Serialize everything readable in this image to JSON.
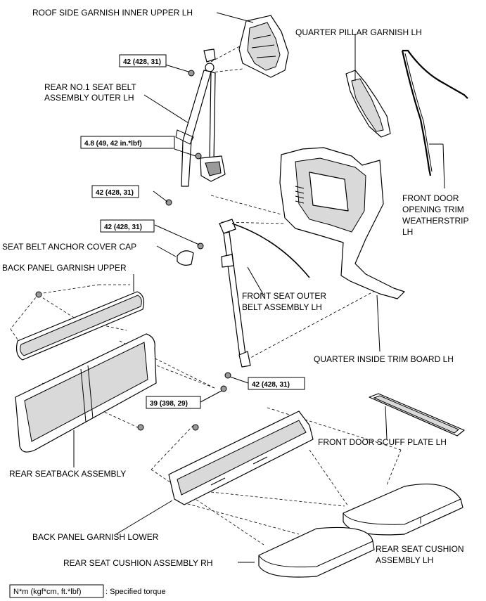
{
  "labels": {
    "roof_side_garnish": "ROOF SIDE GARNISH INNER UPPER LH",
    "quarter_pillar_garnish": "QUARTER PILLAR GARNISH LH",
    "rear_seat_belt_line1": "REAR NO.1 SEAT BELT",
    "rear_seat_belt_line2": "ASSEMBLY OUTER LH",
    "front_door_trim_line1": "FRONT DOOR",
    "front_door_trim_line2": "OPENING TRIM",
    "front_door_trim_line3": "WEATHERSTRIP",
    "front_door_trim_line4": "LH",
    "anchor_cover_cap": "SEAT BELT ANCHOR COVER CAP",
    "back_panel_upper": "BACK PANEL GARNISH UPPER",
    "front_seat_belt_line1": "FRONT SEAT OUTER",
    "front_seat_belt_line2": "BELT ASSEMBLY LH",
    "quarter_trim_board": "QUARTER INSIDE TRIM BOARD LH",
    "rear_seatback": "REAR SEATBACK ASSEMBLY",
    "front_door_scuff": "FRONT DOOR SCUFF PLATE LH",
    "back_panel_lower": "BACK PANEL GARNISH LOWER",
    "rear_cushion_lh_line1": "REAR SEAT CUSHION",
    "rear_cushion_lh_line2": "ASSEMBLY LH",
    "rear_cushion_rh": "REAR SEAT CUSHION ASSEMBLY RH"
  },
  "torques": {
    "t1": "42 (428, 31)",
    "t2": "4.8 (49, 42 in.*lbf)",
    "t3": "42 (428, 31)",
    "t4": "42 (428, 31)",
    "t5": "42 (428, 31)",
    "t6": "39 (398, 29)"
  },
  "legend": {
    "unit": "N*m (kgf*cm, ft.*lbf)",
    "text": ": Specified torque"
  }
}
